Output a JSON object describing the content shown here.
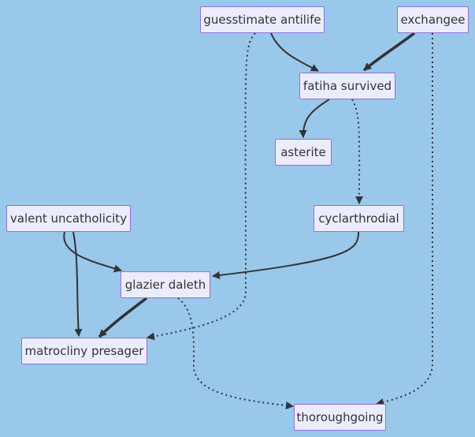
{
  "nodes": {
    "guesstimate_antilife": "guesstimate antilife",
    "exchangee": "exchangee",
    "fatiha_survived": "fatiha survived",
    "asterite": "asterite",
    "cyclarthrodial": "cyclarthrodial",
    "valent_uncatholicity": "valent uncatholicity",
    "glazier_daleth": "glazier daleth",
    "matrocliny_presager": "matrocliny presager",
    "thoroughgoing": "thoroughgoing"
  },
  "edges": [
    {
      "from": "guesstimate_antilife",
      "to": "fatiha_survived",
      "style": "solid"
    },
    {
      "from": "exchangee",
      "to": "fatiha_survived",
      "style": "thick"
    },
    {
      "from": "fatiha_survived",
      "to": "asterite",
      "style": "solid"
    },
    {
      "from": "fatiha_survived",
      "to": "cyclarthrodial",
      "style": "dotted"
    },
    {
      "from": "cyclarthrodial",
      "to": "glazier_daleth",
      "style": "solid"
    },
    {
      "from": "valent_uncatholicity",
      "to": "glazier_daleth",
      "style": "solid"
    },
    {
      "from": "valent_uncatholicity",
      "to": "matrocliny_presager",
      "style": "solid"
    },
    {
      "from": "glazier_daleth",
      "to": "matrocliny_presager",
      "style": "thick"
    },
    {
      "from": "guesstimate_antilife",
      "to": "matrocliny_presager",
      "style": "dotted"
    },
    {
      "from": "glazier_daleth",
      "to": "thoroughgoing",
      "style": "dotted"
    },
    {
      "from": "exchangee",
      "to": "thoroughgoing",
      "style": "dotted"
    }
  ],
  "colors": {
    "background": "#9ac8ea",
    "node_fill": "#ececff",
    "node_border": "#9370db",
    "edge": "#333333",
    "text": "#333333"
  }
}
